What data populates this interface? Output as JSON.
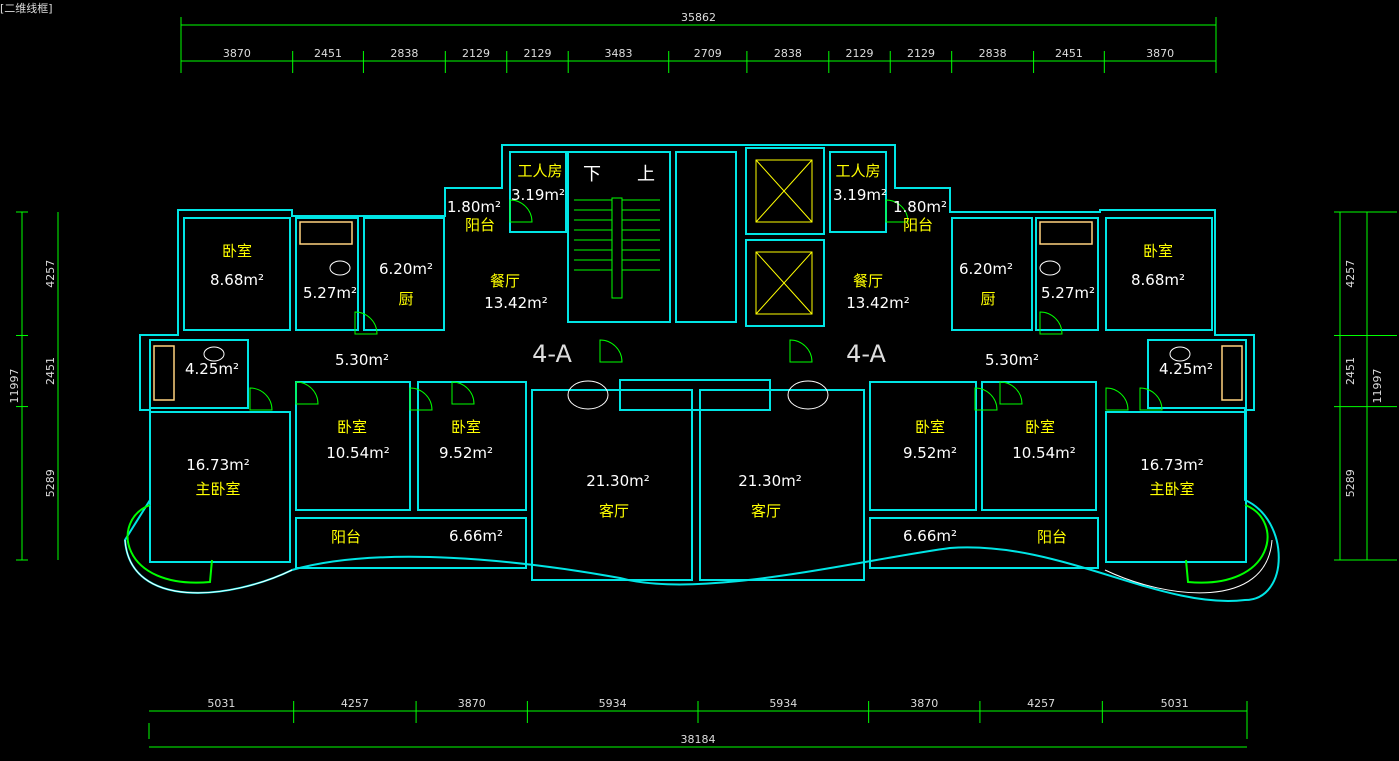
{
  "viewport_label": "[二维线框]",
  "dimensions": {
    "top_total": "35862",
    "top_segments": [
      "3870",
      "2451",
      "2838",
      "2129",
      "2129",
      "3483",
      "2709",
      "2838",
      "2129",
      "2129",
      "2838",
      "2451",
      "3870"
    ],
    "bottom_total": "38184",
    "bottom_segments": [
      "5031",
      "4257",
      "3870",
      "5934",
      "5934",
      "3870",
      "4257",
      "5031"
    ],
    "side_total": "11997",
    "side_segments": [
      "4257",
      "2451",
      "5289"
    ]
  },
  "unit_label": "4-A",
  "rooms": [
    {
      "name": "卧室",
      "area": "8.68m²"
    },
    {
      "name": "",
      "area": "5.27m²"
    },
    {
      "name": "厨",
      "area": "6.20m²"
    },
    {
      "name": "阳台",
      "area": "1.80m²"
    },
    {
      "name": "工人房",
      "area": "3.19m²"
    },
    {
      "name": "餐厅",
      "area": "13.42m²"
    },
    {
      "name": "",
      "area": "5.30m²"
    },
    {
      "name": "",
      "area": "4.25m²"
    },
    {
      "name": "主卧室",
      "area": "16.73m²"
    },
    {
      "name": "卧室",
      "area": "10.54m²"
    },
    {
      "name": "卧室",
      "area": "9.52m²"
    },
    {
      "name": "阳台",
      "area": "6.66m²"
    },
    {
      "name": "客厅",
      "area": "21.30m²"
    }
  ],
  "stair_labels": {
    "down": "下",
    "up": "上"
  },
  "colors": {
    "wall": "#00e5e5",
    "dim": "#00ff00",
    "label": "#ffff00",
    "area": "#ffffff",
    "door": "#00ff00",
    "fixture": "#ffd27f"
  }
}
